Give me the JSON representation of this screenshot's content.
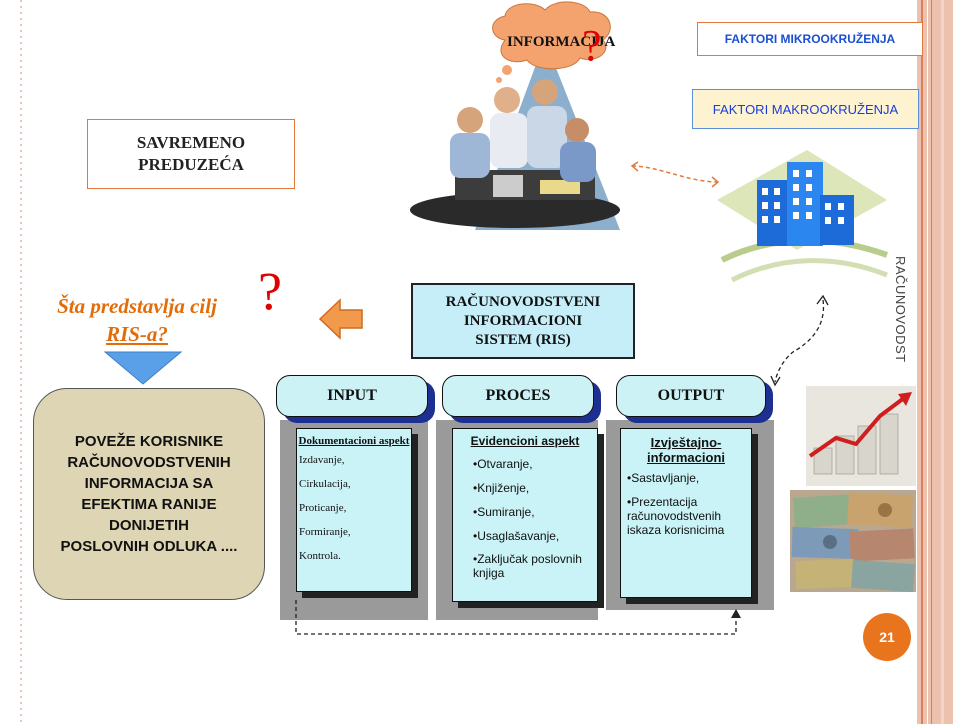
{
  "slide": {
    "page_number": "21",
    "vertical_label": "RAČUNOVODST"
  },
  "thought": {
    "label": "INFORMACIJA",
    "mark": "?"
  },
  "company_box": {
    "line1": "SAVREMENO",
    "line2": "PREDUZEĆA"
  },
  "factors": {
    "micro": "FAKTORI MIKROOKRUŽENJA",
    "macro": "FAKTORI MAKROOKRUŽENJA"
  },
  "question": {
    "line1": "Šta predstavlja cilj",
    "line2": "RIS-a?",
    "mark": "?"
  },
  "goal_box": {
    "lines": [
      "POVEŽE KORISNIKE",
      "RAČUNOVODSTVENIH",
      "INFORMACIJA SA",
      "EFEKTIMA RANIJE",
      "DONIJETIH",
      "POSLOVNIH ODLUKA ...."
    ]
  },
  "ris_box": {
    "line1": "RAČUNOVODSTVENI",
    "line2": "INFORMACIONI",
    "line3": "SISTEM (RIS)"
  },
  "columns": [
    {
      "header": "INPUT",
      "title": "Dokumentacioni aspekt",
      "items": [
        "Izdavanje,",
        "Cirkulacija,",
        "Proticanje,",
        "Formiranje,",
        "Kontrola."
      ]
    },
    {
      "header": "PROCES",
      "title": "Evidencioni aspekt",
      "items": [
        "•Otvaranje,",
        "•Knjiženje,",
        "•Sumiranje,",
        "•Usaglašavanje,",
        "•Zaključak poslovnih knjiga"
      ]
    },
    {
      "header": "OUTPUT",
      "title": "Izvještajno-informacioni",
      "items": [
        "•Sastavljanje,",
        "•Prezentacija računovodstvenih iskaza korisnicima"
      ]
    }
  ],
  "colors": {
    "accent_orange": "#e36c09",
    "goal_bg": "#ddd5b4",
    "ris_bg": "#c5eef8",
    "header_shadow": "#1d2f91",
    "badge": "#e8751d"
  }
}
